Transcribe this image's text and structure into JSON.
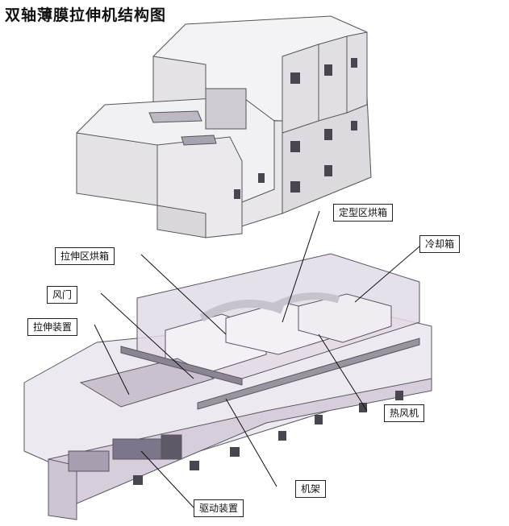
{
  "title": "双轴薄膜拉伸机结构图",
  "callouts": {
    "setting_oven": "定型区烘箱",
    "stretch_oven": "拉伸区烘箱",
    "cooling_box": "冷却箱",
    "air_door": "风门",
    "stretch_device": "拉伸装置",
    "hot_air_fan": "热风机",
    "frame": "机架",
    "drive_device": "驱动装置"
  }
}
